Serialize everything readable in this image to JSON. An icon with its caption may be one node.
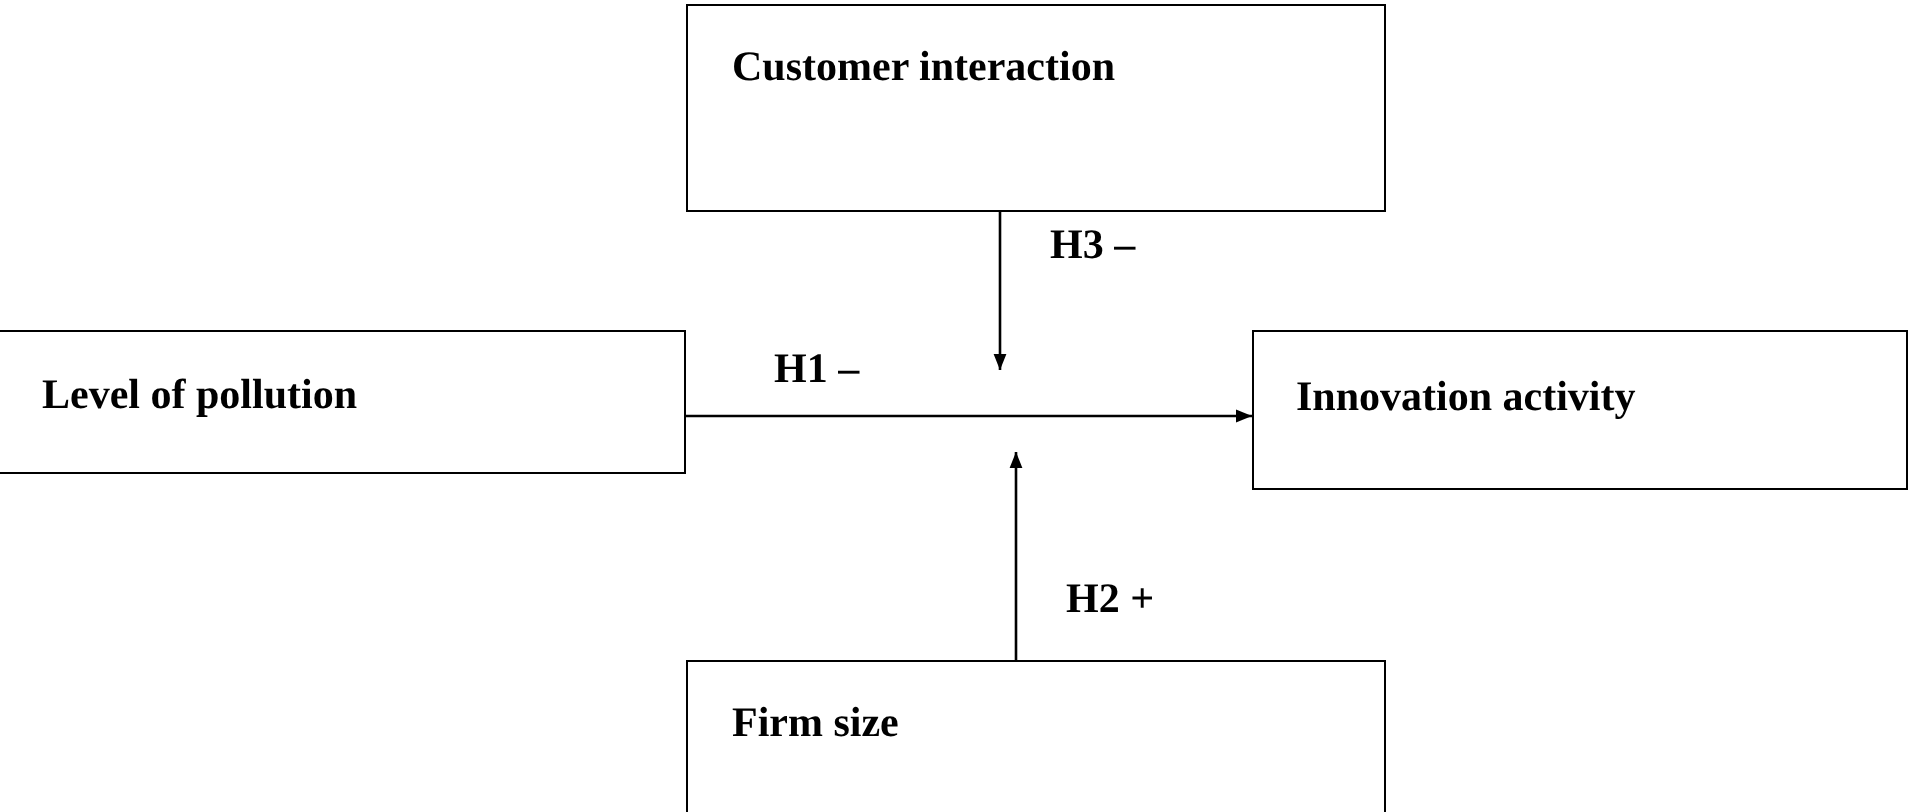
{
  "diagram": {
    "nodes": [
      {
        "text": [
          "Customer interaction"
        ]
      },
      {
        "text": [
          "Level of pollution"
        ]
      },
      {
        "text": [
          "Innovation activity"
        ]
      },
      {
        "text": [
          "Firm size"
        ]
      }
    ],
    "edges": [
      {
        "from": 1,
        "to": 2,
        "arrow": "to",
        "label": "H1 –"
      },
      {
        "from": 0,
        "to": null,
        "arrow": "to",
        "label": "H3 –"
      },
      {
        "from": 3,
        "to": null,
        "arrow": "to",
        "label": "H2 +"
      }
    ]
  }
}
